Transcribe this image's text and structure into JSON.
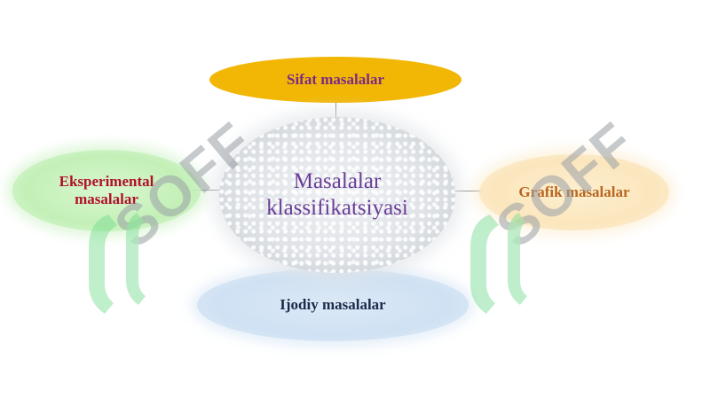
{
  "diagram": {
    "center_label": "Masalalar klassifikatsiyasi",
    "nodes": {
      "top": "Sifat masalalar",
      "left": "Eksperimental masalalar",
      "right": "Grafik masalalar",
      "bottom": "Ijodiy masalalar"
    }
  },
  "watermark": {
    "text": "SOFF"
  },
  "colors": {
    "top_fill": "#f2b705",
    "left_fill": "#c3f0b7",
    "right_fill": "#fbe6bd",
    "bottom_fill": "#cfe1f3",
    "center_text": "#6a3d97",
    "watermark_green": "#6fd98a"
  }
}
